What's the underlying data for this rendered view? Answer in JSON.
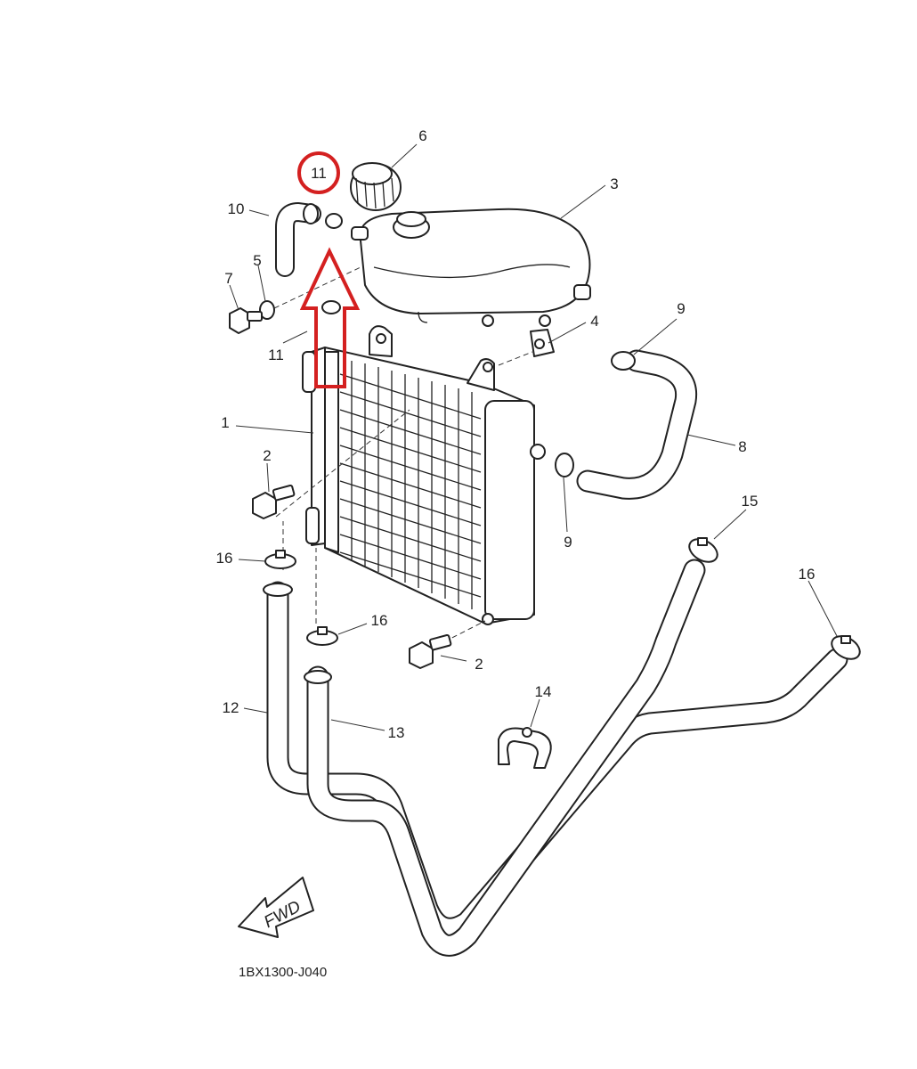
{
  "diagram": {
    "drawing_code": "1BX1300-J040",
    "direction_label": "FWD",
    "highlight_color": "#d42020",
    "line_color": "#222222",
    "callouts": {
      "radiator": "1",
      "bolt_upper": "2",
      "bolt_lower": "2",
      "reservoir_tank": "3",
      "bracket": "4",
      "washer": "5",
      "tank_cap": "6",
      "bolt_tank": "7",
      "hose_radiator": "8",
      "clamp_upper": "9",
      "clamp_lower": "9",
      "breather_hose": "10",
      "ring_top": "11",
      "ring_lower": "11",
      "water_pipe_left": "12",
      "water_pipe_right": "13",
      "hose_holder": "14",
      "clamp_15": "15",
      "clamp_16_left": "16",
      "clamp_16_center": "16",
      "clamp_16_right": "16"
    }
  }
}
